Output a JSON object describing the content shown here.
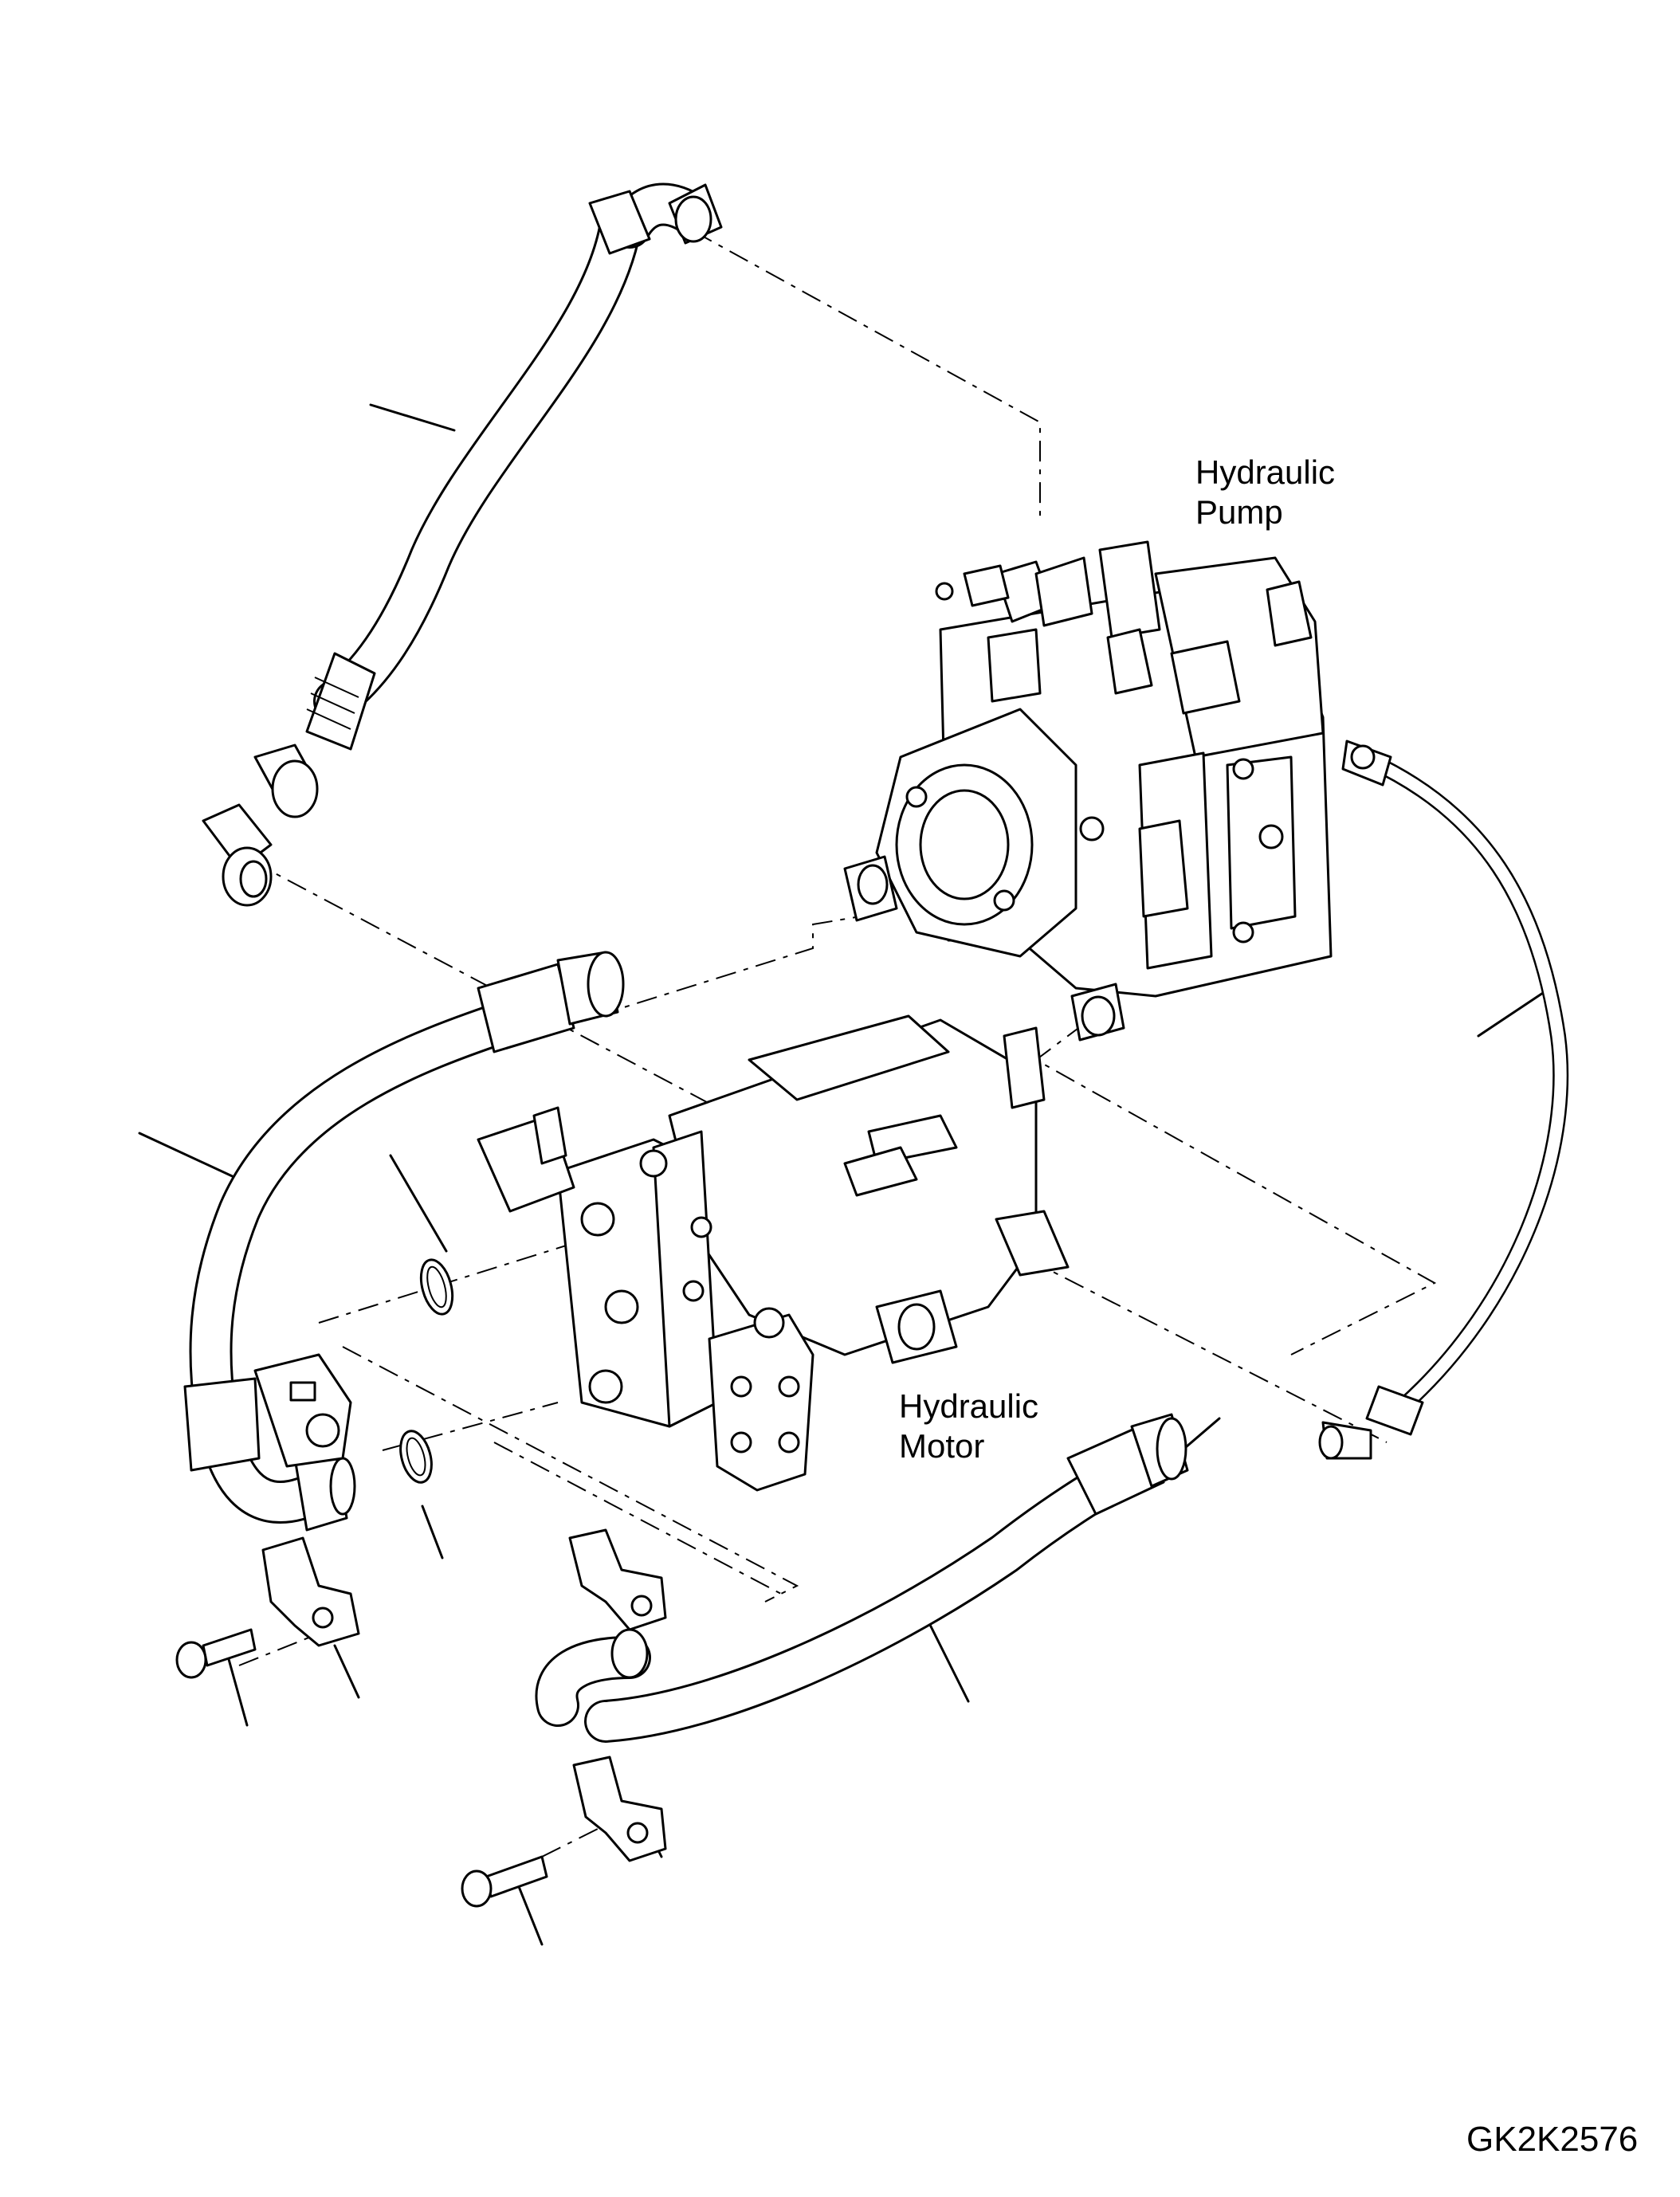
{
  "labels": {
    "pump_line1": "Hydraulic",
    "pump_line2": "Pump",
    "motor_line1": "Hydraulic",
    "motor_line2": "Motor"
  },
  "drawing_code": "GK2K2576",
  "icons": [
    "hydraulic-pump-icon",
    "hydraulic-motor-icon",
    "hose-icon",
    "bolt-icon",
    "clamp-icon",
    "o-ring-icon"
  ]
}
